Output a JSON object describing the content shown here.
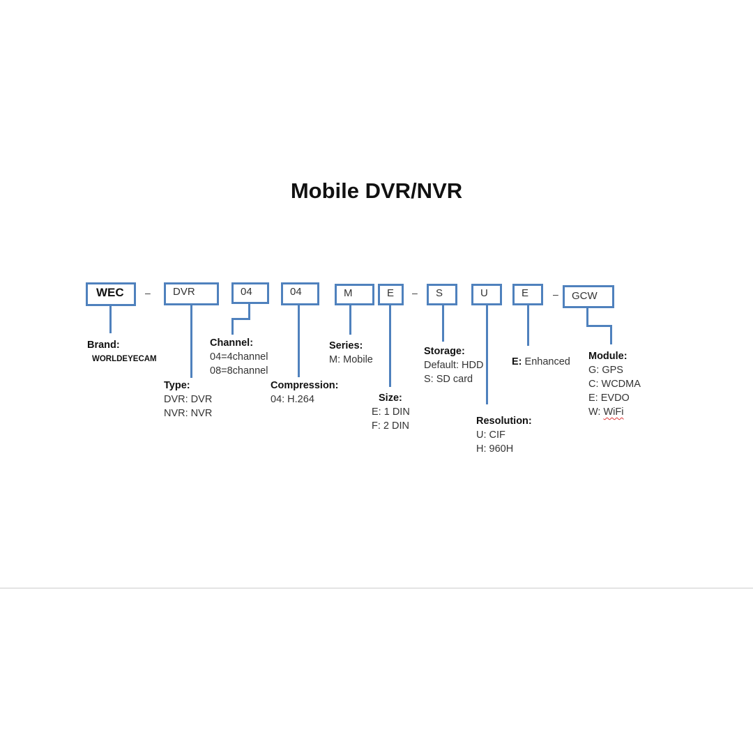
{
  "title": "Mobile DVR/NVR",
  "separator": "–",
  "boxes": {
    "brand": "WEC",
    "type": "DVR",
    "channel": "04",
    "compression": "04",
    "series": "M",
    "size": "E",
    "storage": "S",
    "resolution": "U",
    "enhanced": "E",
    "module": "GCW"
  },
  "labels": {
    "brand": {
      "heading": "Brand:",
      "lines": [
        "WORLDEYECAM"
      ]
    },
    "type": {
      "heading": "Type:",
      "lines": [
        "DVR: DVR",
        "NVR: NVR"
      ]
    },
    "channel": {
      "heading": "Channel:",
      "lines": [
        "04=4channel",
        "08=8channel"
      ]
    },
    "compression": {
      "heading": "Compression:",
      "lines": [
        "04: H.264"
      ]
    },
    "series": {
      "heading": "Series:",
      "lines": [
        "M: Mobile"
      ]
    },
    "size": {
      "heading": "Size:",
      "lines": [
        "E: 1 DIN",
        "F: 2 DIN"
      ]
    },
    "storage": {
      "heading": "Storage:",
      "lines": [
        "Default: HDD",
        "S: SD card"
      ]
    },
    "resolution": {
      "heading": "Resolution:",
      "lines": [
        "U: CIF",
        "H: 960H"
      ]
    },
    "enhanced": {
      "heading": "E:",
      "text": "Enhanced"
    },
    "module": {
      "heading": "Module:",
      "lines": [
        "G: GPS",
        "C: WCDMA",
        "E: EVDO"
      ],
      "wifi_prefix": "W: ",
      "wifi_word": "WiFi"
    }
  },
  "colors": {
    "box_border": "#4f81bd",
    "connector": "#4f81bd",
    "divider": "#cccccc"
  }
}
